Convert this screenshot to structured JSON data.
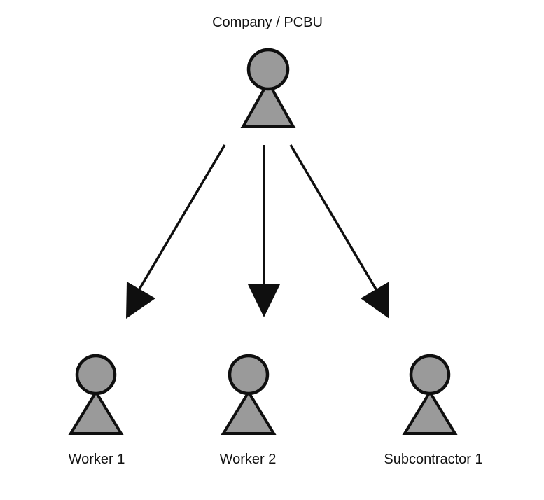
{
  "colors": {
    "figure_fill": "#9a9a9a",
    "stroke": "#0f0f0f",
    "background": "#ffffff"
  },
  "nodes": {
    "top": {
      "label": "Company / PCBU",
      "icon": "person-icon"
    },
    "worker_1": {
      "label": "Worker 1",
      "icon": "person-icon"
    },
    "worker_2": {
      "label": "Worker 2",
      "icon": "person-icon"
    },
    "subcontractor_1": {
      "label": "Subcontractor 1",
      "icon": "person-icon"
    }
  },
  "edges": [
    {
      "from": "top",
      "to": "worker_1"
    },
    {
      "from": "top",
      "to": "worker_2"
    },
    {
      "from": "top",
      "to": "subcontractor_1"
    }
  ]
}
